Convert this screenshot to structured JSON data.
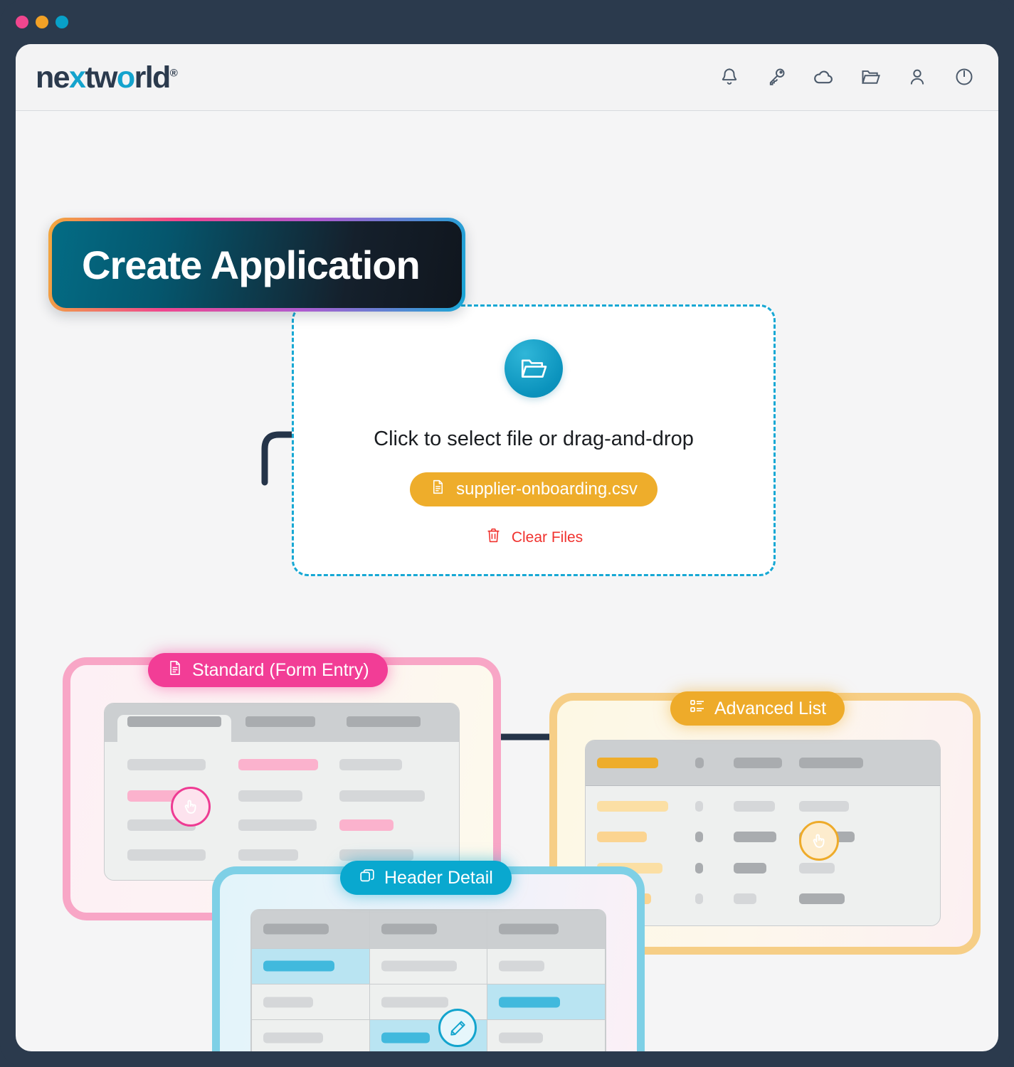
{
  "window": {
    "dots": [
      "pink",
      "orange",
      "cyan"
    ],
    "frame_color": "#2b3a4d"
  },
  "header": {
    "logo_text_1": "ne",
    "logo_text_x": "x",
    "logo_text_2": "tw",
    "logo_text_o": "o",
    "logo_text_3": "rld",
    "logo_registered": "®",
    "icons": [
      {
        "name": "bell-icon",
        "label": "Notifications"
      },
      {
        "name": "key-icon",
        "label": "Security"
      },
      {
        "name": "cloud-icon",
        "label": "Cloud"
      },
      {
        "name": "folder-icon",
        "label": "Files"
      },
      {
        "name": "user-icon",
        "label": "Profile"
      },
      {
        "name": "power-icon",
        "label": "Sign out"
      }
    ]
  },
  "title": {
    "text": "Create Application",
    "gradient_border": [
      "#f2a93c",
      "#f0468e",
      "#b05ad0",
      "#18a7d6"
    ],
    "gradient_fill": [
      "#036c85",
      "#15202c"
    ]
  },
  "dropzone": {
    "icon": "open-folder-icon",
    "icon_bg": "#0b93bd",
    "prompt": "Click to select file or drag-and-drop",
    "file_chip": {
      "icon": "file-document-icon",
      "filename": "supplier-onboarding.csv",
      "bg": "#eead2b"
    },
    "clear": {
      "icon": "trash-icon",
      "label": "Clear Files",
      "color": "#f0322e"
    },
    "border_color": "#17a8d4"
  },
  "cards": [
    {
      "id": "standard",
      "badge_label": "Standard (Form Entry)",
      "badge_icon": "file-document-icon",
      "badge_color": "#f23d96",
      "border_color": "#f8a6c6",
      "accent": "#fbb2cd",
      "cursor_icon": "pointer-hand-icon",
      "mock_type": "form",
      "tabs": 3,
      "rows": 4,
      "columns": 3,
      "highlighted_cells": [
        [
          0,
          1
        ],
        [
          1,
          0
        ],
        [
          2,
          2
        ]
      ]
    },
    {
      "id": "advanced",
      "badge_label": "Advanced List",
      "badge_icon": "list-detail-icon",
      "badge_color": "#eeab2a",
      "border_color": "#f6ce86",
      "accent": "#f7d08f",
      "cursor_icon": "pointer-hand-icon",
      "mock_type": "list",
      "rows": 4,
      "columns": 4
    },
    {
      "id": "header",
      "badge_label": "Header Detail",
      "badge_icon": "copy-layers-icon",
      "badge_color": "#09a8cf",
      "border_color": "#7ed0e6",
      "accent": "#41b9dd",
      "cursor_icon": "pencil-edit-icon",
      "mock_type": "table",
      "rows": 5,
      "columns": 3,
      "selected_cells": [
        [
          1,
          0
        ],
        [
          2,
          2
        ],
        [
          3,
          1
        ]
      ]
    }
  ],
  "connectors": {
    "color": "#253449",
    "paths": [
      "dropzone-to-standard",
      "standard-to-header",
      "advanced-to-header"
    ]
  }
}
